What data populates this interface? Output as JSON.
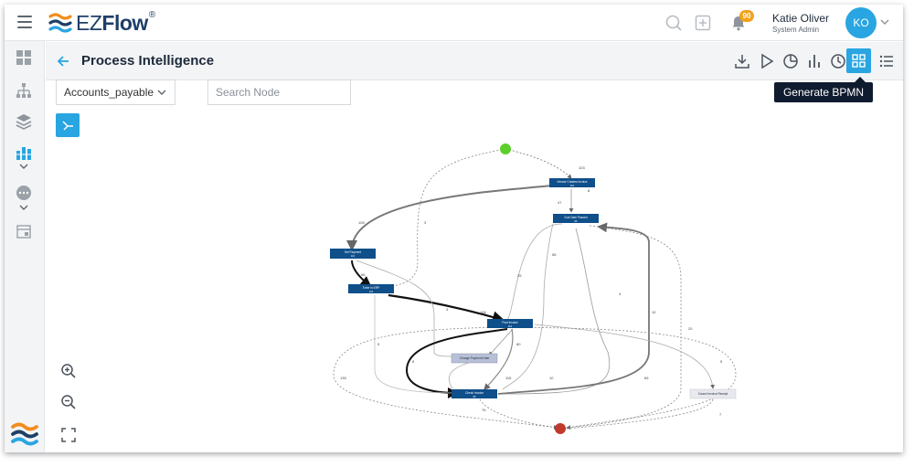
{
  "app": {
    "logo_text_light": "EZ",
    "logo_text_bold": "Flow",
    "logo_reg": "®"
  },
  "header": {
    "notifications_count": "90"
  },
  "user": {
    "name": "Katie Oliver",
    "role": "System Admin",
    "initials": "KO"
  },
  "page": {
    "title": "Process Intelligence"
  },
  "toolbar": {
    "tooltip": "Generate BPMN"
  },
  "filters": {
    "process_select": "Accounts_payable",
    "search_placeholder": "Search Node"
  },
  "colors": {
    "accent": "#29a5e1",
    "node_dark": "#0f4f8a",
    "node_light": "#b7c0d6",
    "start": "#5ccf2a",
    "end": "#c0392b"
  },
  "graph": {
    "nodes": [
      {
        "label": "Vendor Creates Invoice",
        "count": "116"
      },
      {
        "label": "Due Date Passed",
        "count": "96"
      },
      {
        "label": "Set Payment",
        "count": "116"
      },
      {
        "label": "Enter in ERP",
        "count": "101"
      },
      {
        "label": "Post Invoice",
        "count": "116"
      },
      {
        "label": "Change Payment Date",
        "count": ""
      },
      {
        "label": "Check Invoice",
        "count": "96"
      },
      {
        "label": "Cancel Invoice Receipt",
        "count": ""
      }
    ],
    "edge_labels": [
      "103",
      "47",
      "105",
      "3",
      "56",
      "25",
      "4",
      "3",
      "96",
      "106",
      "10",
      "20",
      "5",
      "80",
      "8",
      "5",
      "135",
      "115",
      "76",
      "7",
      "10",
      "65",
      "8"
    ]
  }
}
